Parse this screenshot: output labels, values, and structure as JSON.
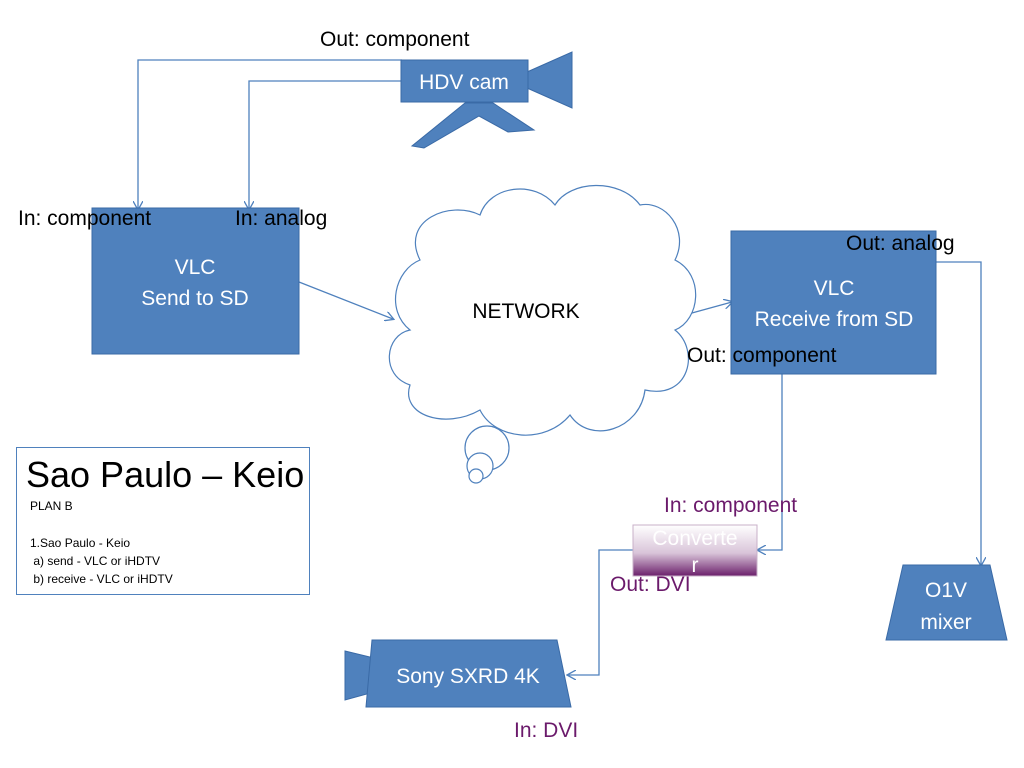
{
  "nodes": {
    "hdv_cam": "HDV cam",
    "vlc_send": [
      "VLC",
      "Send to SD"
    ],
    "network": "NETWORK",
    "vlc_receive": [
      "VLC",
      "Receive from SD"
    ],
    "converter": [
      "Converte",
      "r"
    ],
    "sony": "Sony SXRD 4K",
    "mixer": [
      "O1V",
      "mixer"
    ]
  },
  "port_labels": {
    "cam_out": "Out: component",
    "vlc_in_component": "In:  component",
    "vlc_in_analog": "In:  analog",
    "recv_out_analog": "Out: analog",
    "recv_out_component": "Out: component",
    "conv_in_component": "In: component",
    "conv_out_dvi": "Out: DVI",
    "sony_in_dvi": "In: DVI"
  },
  "info": {
    "title": "Sao Paulo – Keio",
    "subtitle": "PLAN B",
    "lines": [
      "1.Sao Paulo - Keio",
      " a) send - VLC or iHDTV",
      " b) receive - VLC or iHDTV"
    ]
  },
  "colors": {
    "box_fill": "#4f81bd",
    "box_stroke": "#3a6aa6",
    "line": "#4f81bd",
    "purple_text": "#6b1a6b"
  }
}
